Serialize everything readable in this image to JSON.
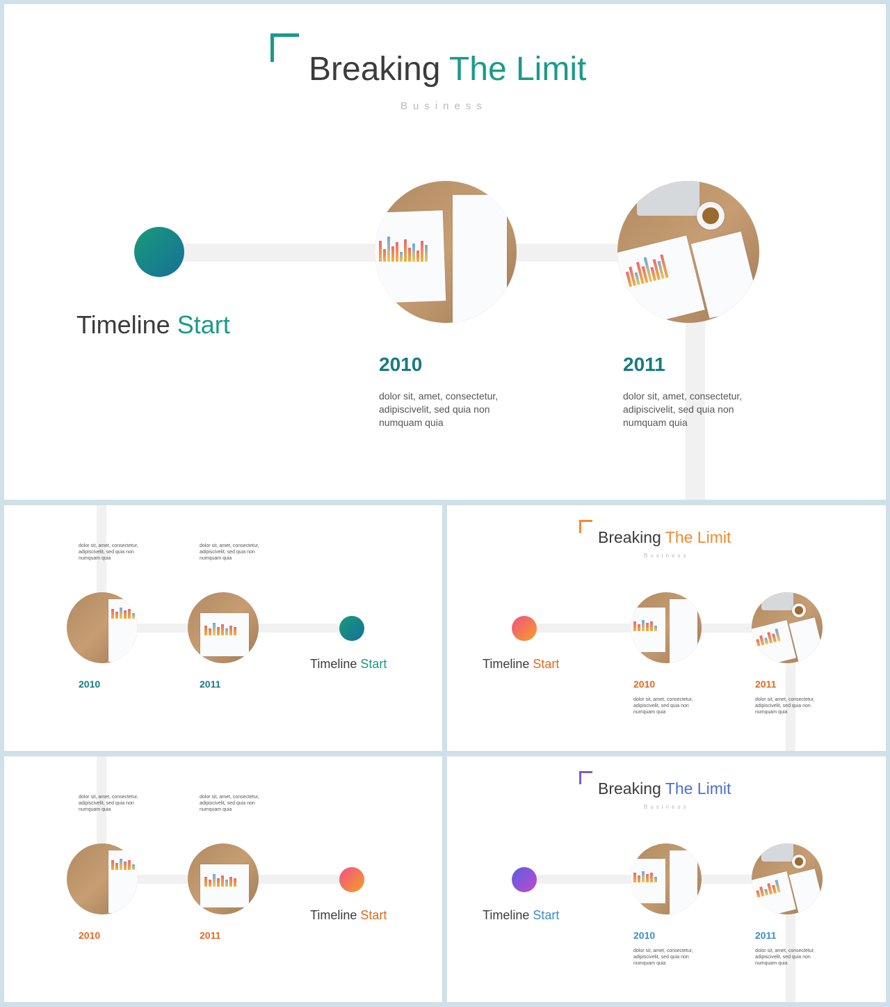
{
  "colors": {
    "teal": "#1a9a8a",
    "teal_dark": "#157b80",
    "orange": "#f28a2e",
    "orange_dark": "#e06b1f",
    "blue": "#4a6fd0",
    "purple": "#8a4fd8",
    "light_blue_year": "#3c8ccc"
  },
  "big": {
    "title_main": "Breaking ",
    "title_accent": "The Limit",
    "subtitle": "Business",
    "label_main": "Timeline ",
    "label_accent": "Start",
    "items": [
      {
        "year": "2010",
        "text": "dolor sit, amet, consectetur,\nadipiscivelit, sed quia non\nnumquam  quia"
      },
      {
        "year": "2011",
        "text": "dolor sit, amet, consectetur,\nadipiscivelit, sed quia non\nnumquam  quia"
      }
    ]
  },
  "slide_a": {
    "label_main": "Timeline ",
    "label_accent": "Start",
    "items": [
      {
        "year": "2010",
        "text": "dolor sit, amet, consectetur,\nadipiscivelit, sed quia non\nnumquam  quia"
      },
      {
        "year": "2011",
        "text": "dolor sit, amet, consectetur,\nadipiscivelit, sed quia non\nnumquam  quia"
      }
    ]
  },
  "slide_b": {
    "title_main": "Breaking ",
    "title_accent": "The Limit",
    "subtitle": "Business",
    "label_main": "Timeline ",
    "label_accent": "Start",
    "items": [
      {
        "year": "2010",
        "text": "dolor sit, amet, consectetur,\nadipiscivelit, sed quia non\nnumquam  quia"
      },
      {
        "year": "2011",
        "text": "dolor sit, amet, consectetur,\nadipiscivelit, sed quia non\nnumquam  quia"
      }
    ]
  },
  "slide_c": {
    "label_main": "Timeline ",
    "label_accent": "Start",
    "items": [
      {
        "year": "2010",
        "text": "dolor sit, amet, consectetur,\nadipiscivelit, sed quia non\nnumquam  quia"
      },
      {
        "year": "2011",
        "text": "dolor sit, amet, consectetur,\nadipiscivelit, sed quia non\nnumquam  quia"
      }
    ]
  },
  "slide_d": {
    "title_main": "Breaking ",
    "title_accent": "The Limit",
    "subtitle": "Business",
    "label_main": "Timeline ",
    "label_accent": "Start",
    "items": [
      {
        "year": "2010",
        "text": "dolor sit, amet, consectetur,\nadipiscivelit, sed quia non\nnumquam  quia"
      },
      {
        "year": "2011",
        "text": "dolor sit, amet, consectetur,\nadipiscivelit, sed quia non\nnumquam  quia"
      }
    ]
  }
}
